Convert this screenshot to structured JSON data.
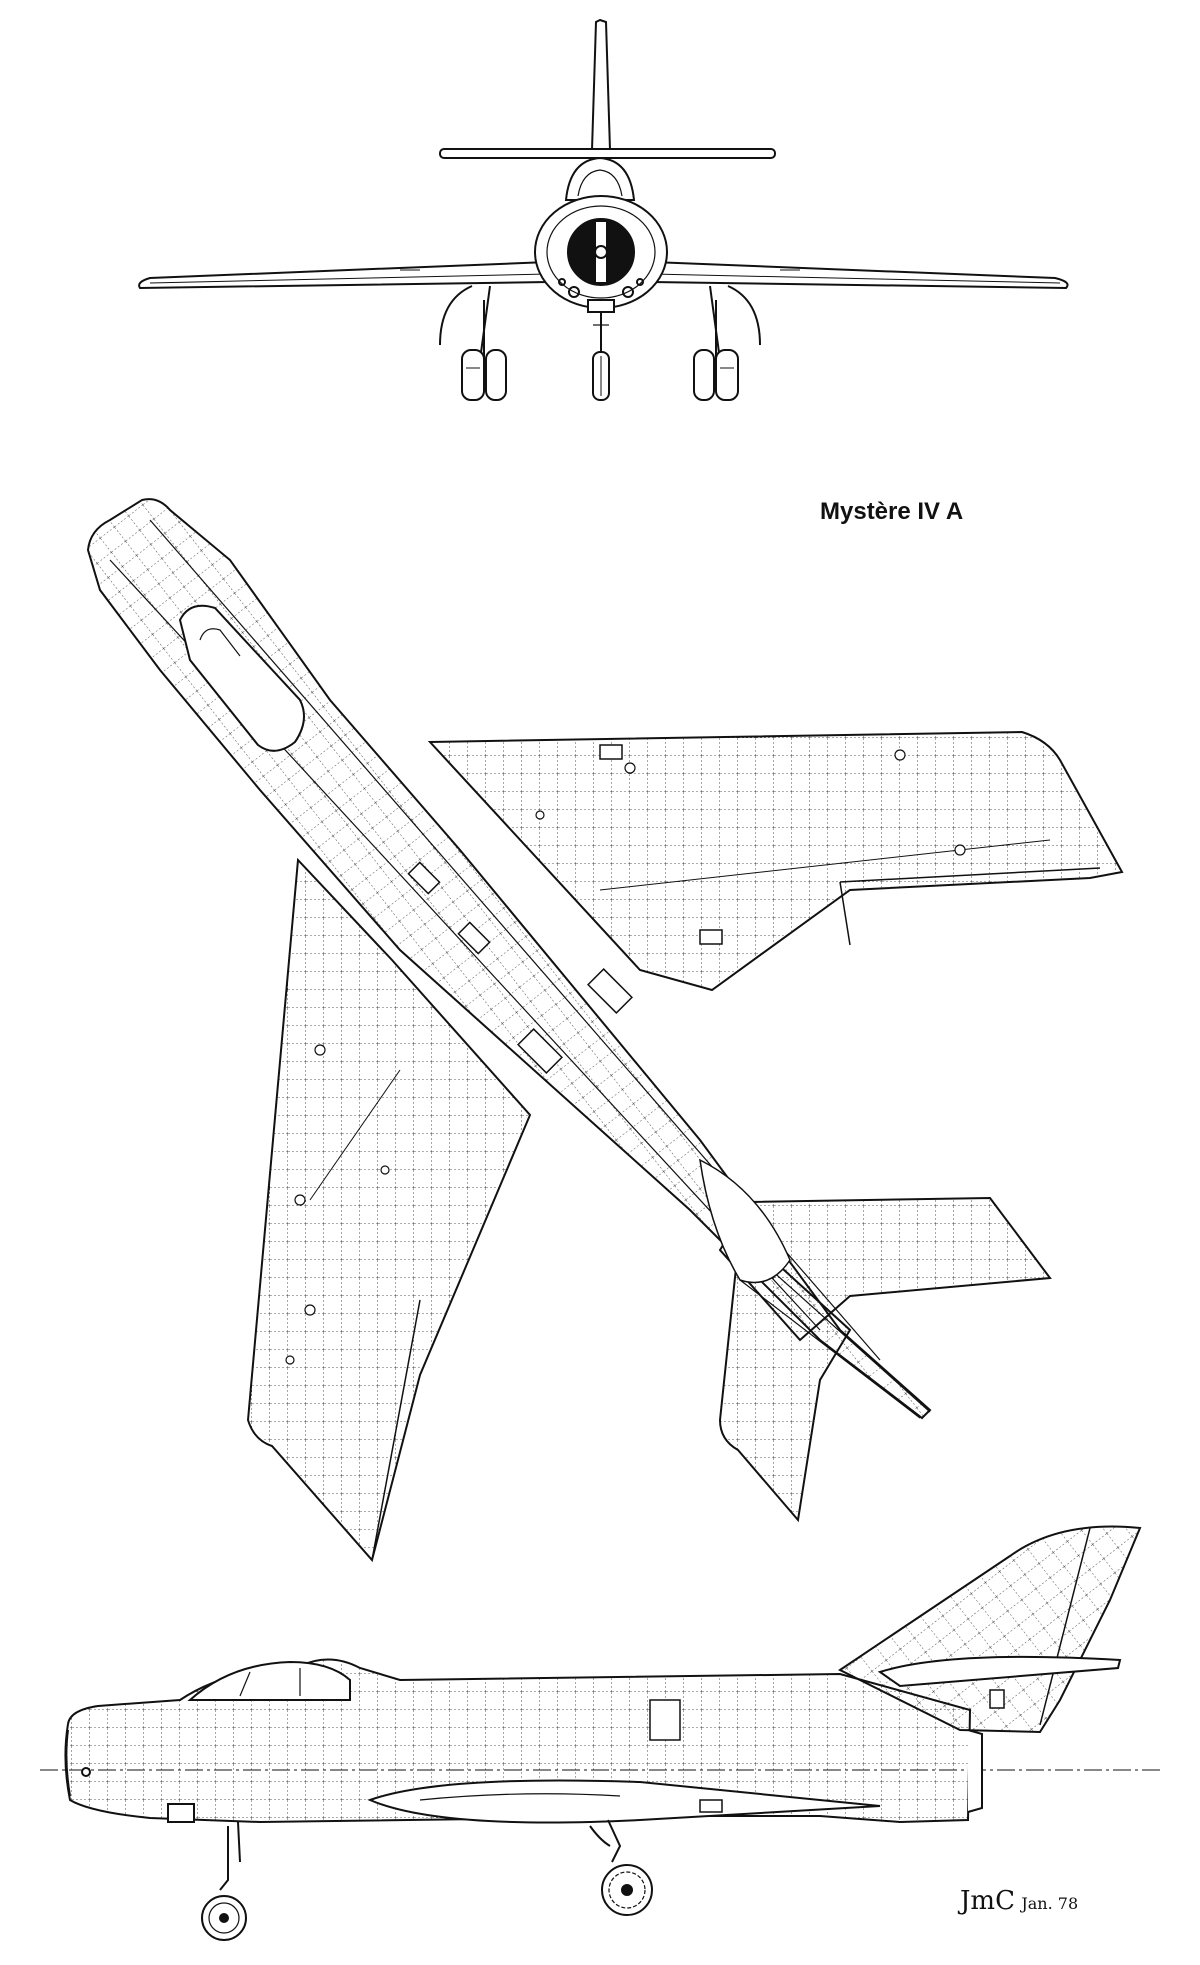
{
  "title": "Mystère IV A",
  "signature": {
    "initials": "JmC",
    "date": "Jan. 78"
  },
  "colors": {
    "ink": "#111111",
    "paper": "#ffffff"
  }
}
